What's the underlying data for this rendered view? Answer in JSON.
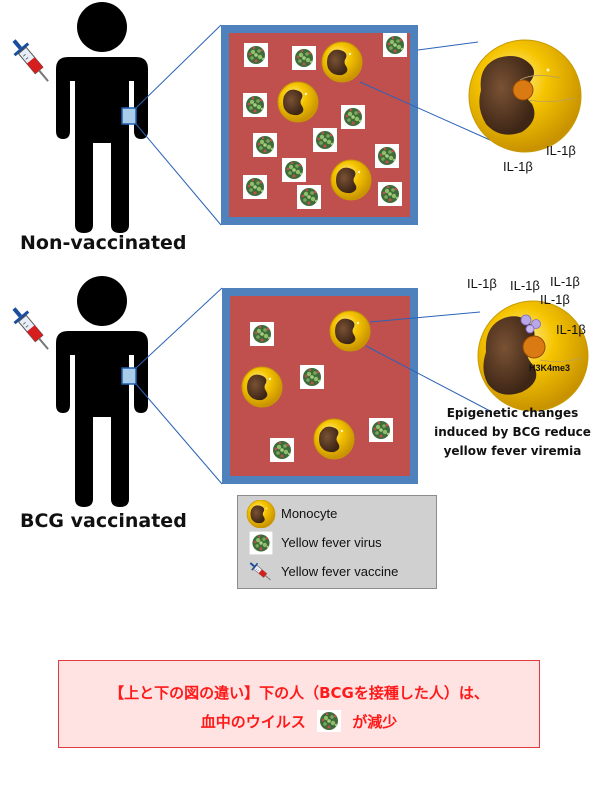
{
  "labels": {
    "non_vaccinated": "Non-vaccinated",
    "bcg_vaccinated": "BCG vaccinated"
  },
  "top_panel": {
    "il_labels": [
      "IL-1β",
      "IL-1β"
    ]
  },
  "bottom_panel": {
    "il_labels": [
      "IL-1β",
      "IL-1β",
      "IL-1β",
      "IL-1β",
      "IL-1β"
    ],
    "histone_mark": "H3K4me3",
    "epigenetic_text": [
      "Epigenetic changes",
      "induced by BCG reduce",
      "yellow fever viremia"
    ]
  },
  "legend": {
    "items": [
      {
        "icon": "monocyte-icon",
        "label": "Monocyte"
      },
      {
        "icon": "yellow-fever-virus-icon",
        "label": "Yellow fever virus"
      },
      {
        "icon": "yellow-fever-vaccine-icon",
        "label": "Yellow fever vaccine"
      }
    ]
  },
  "note": {
    "line1": "【上と下の図の違い】下の人（BCGを接種した人）は、",
    "line2_before": "血中のウイルス",
    "line2_after": "が減少"
  },
  "colors": {
    "blood": "#c0504d",
    "frame": "#4f81bd",
    "monocyte": "#f2c200",
    "nucleus": "#5a3a22",
    "virus": "#3d6b3a",
    "note_text": "#ff1a1a"
  }
}
